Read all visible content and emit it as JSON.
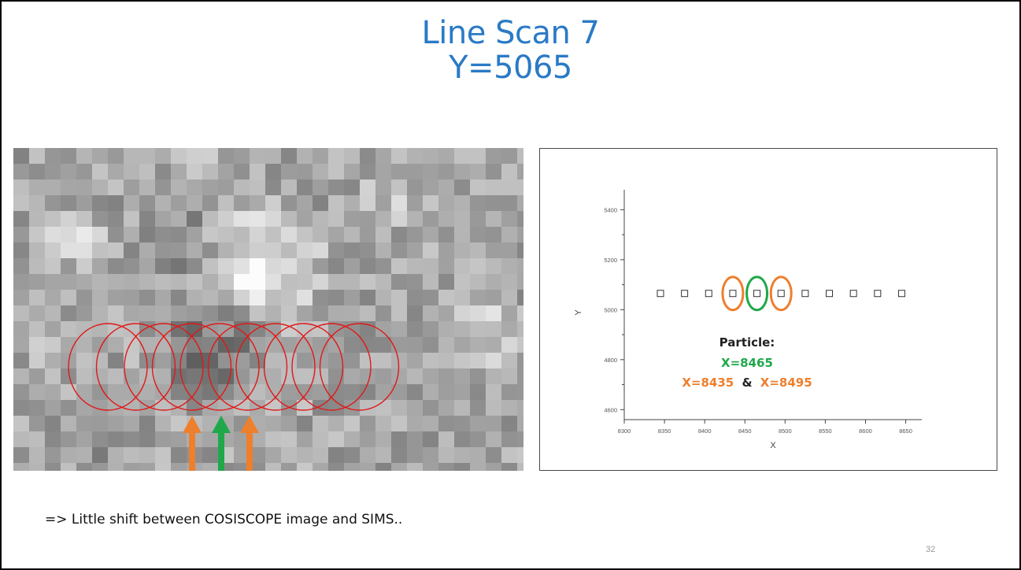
{
  "slide": {
    "title_line1": "Line Scan 7",
    "title_line2": "Y=5065",
    "caption": "=> Little shift between COSISCOPE image and SIMS..",
    "page_number": "32"
  },
  "image_panel": {
    "scan_circle_count": 10,
    "arrows": [
      "orange",
      "green",
      "orange"
    ]
  },
  "chart_data": {
    "type": "scatter",
    "xlabel": "X",
    "ylabel": "Y",
    "xlim": [
      8300,
      8670
    ],
    "ylim": [
      4560,
      5480
    ],
    "xticks": [
      8300,
      8350,
      8400,
      8450,
      8500,
      8550,
      8600,
      8650
    ],
    "yticks": [
      4600,
      4800,
      5000,
      5200,
      5400
    ],
    "grid": false,
    "marker": "hollow-square",
    "series": [
      {
        "x": [
          8345,
          8375,
          8405,
          8435,
          8465,
          8495,
          8525,
          8555,
          8585,
          8615,
          8645
        ],
        "y": [
          5065,
          5065,
          5065,
          5065,
          5065,
          5065,
          5065,
          5065,
          5065,
          5065,
          5065
        ]
      }
    ],
    "highlights": [
      {
        "x": 8435,
        "y": 5065,
        "color": "orange"
      },
      {
        "x": 8465,
        "y": 5065,
        "color": "green"
      },
      {
        "x": 8495,
        "y": 5065,
        "color": "orange"
      }
    ],
    "annotation": {
      "heading": "Particle:",
      "line2": "X=8465",
      "line3_a": "X=8435",
      "line3_sep": "&",
      "line3_b": "X=8495"
    }
  },
  "colors": {
    "title": "#2a7ac6",
    "scan_circle": "#e01818",
    "orange": "#ee7f2d",
    "green": "#1fa84a",
    "caption": "#111111",
    "page_number": "#9a9a9a"
  }
}
